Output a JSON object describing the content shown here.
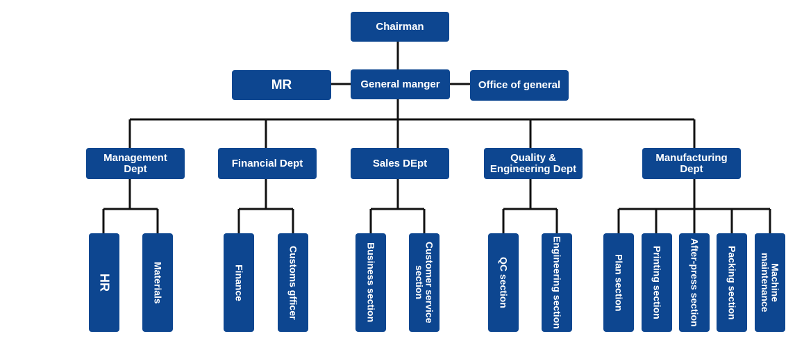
{
  "chart": {
    "top": {
      "chairman": "Chairman",
      "mr": "MR",
      "general_manager": "General manger",
      "office": "Office of general"
    },
    "departments": [
      {
        "label": "Management\nDept",
        "sections": [
          "HR",
          "Materials"
        ]
      },
      {
        "label": "Financial Dept",
        "sections": [
          "Finance",
          "Customs gfficer"
        ]
      },
      {
        "label": "Sales DEpt",
        "sections": [
          "Business section",
          "Customer service\nsection"
        ]
      },
      {
        "label": "Quality &\nEngineering Dept",
        "sections": [
          "QC section",
          "Engineering section"
        ]
      },
      {
        "label": "Manufacturing\nDept",
        "sections": [
          "Plan section",
          "Printing section",
          "After-press section",
          "Packing section",
          "Machine\nmaintenance"
        ]
      }
    ]
  },
  "colors": {
    "box": "#0d4690",
    "text": "#ffffff",
    "line": "#111111"
  }
}
